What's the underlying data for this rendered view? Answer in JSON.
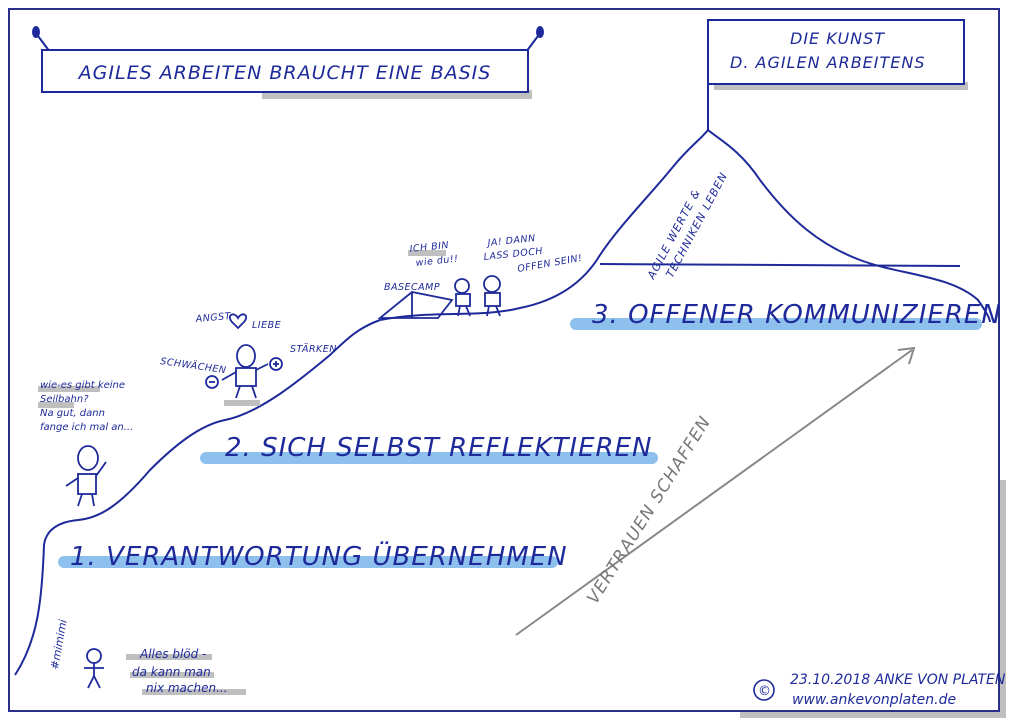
{
  "title": "AGILES ARBEITEN BRAUCHT EINE BASIS",
  "summit_sign": {
    "line1": "DIE KUNST",
    "line2": "D. AGILEN ARBEITENS"
  },
  "summit_text": {
    "line1": "AGILE WERTE &",
    "line2": "TECHNIKEN LEBEN"
  },
  "steps": [
    {
      "label": "1. VERANTWORTUNG ÜBERNEHMEN"
    },
    {
      "label": "2. SICH SELBST REFLEKTIEREN"
    },
    {
      "label": "3. OFFENER KOMMUNIZIEREN"
    }
  ],
  "arrow_label": "VERTRAUEN SCHAFFEN",
  "basecamp": "BASECAMP",
  "speech": {
    "bottom_tag": "#mimimi",
    "bottom_line1": "Alles blöd -",
    "bottom_line2": "da kann man",
    "bottom_line3": "nix machen...",
    "climber_line1": "wie-es gibt keine",
    "climber_line2": "Seilbahn?",
    "climber_line3": "Na gut, dann",
    "climber_line4": "fange ich mal an...",
    "angst": "ANGST",
    "liebe": "LIEBE",
    "schwaechen": "SCHWÄCHEN",
    "staerken": "STÄRKEN",
    "ich_bin": "ICH BIN",
    "wie_du": "wie du!!",
    "ja_dann1": "JA! DANN",
    "ja_dann2": "LASS DOCH",
    "ja_dann3": "OFFEN SEIN!"
  },
  "credit": {
    "copyright_symbol": "©",
    "line1": "23.10.2018 ANKE VON PLATEN",
    "line2": "www.ankevonplaten.de"
  },
  "colors": {
    "ink": "#1e2a9a",
    "highlight": "#8ec0ee",
    "shadow": "#bfbfbf",
    "arrow": "#888888"
  }
}
